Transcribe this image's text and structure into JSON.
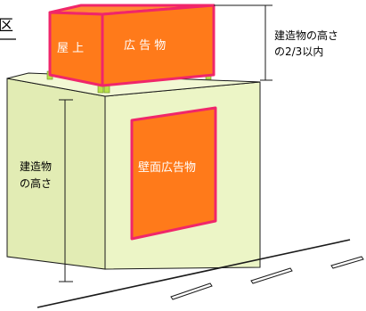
{
  "labels": {
    "rooftop_left": "屋 上",
    "rooftop_right": "広 告 物",
    "wall_ad": "壁面広告物",
    "building_height_line1": "建造物",
    "building_height_line2": "の高さ",
    "two_thirds_line1": "建造物の高さ",
    "two_thirds_line2": "の2/3以内",
    "corner_char": "区"
  },
  "colors": {
    "building_face": "#ecf5c6",
    "building_side": "#e2ecb4",
    "ad_fill": "#ff7a1a",
    "ad_border": "#f0266a",
    "line": "#1a1a1a",
    "support": "#b8e04a"
  }
}
